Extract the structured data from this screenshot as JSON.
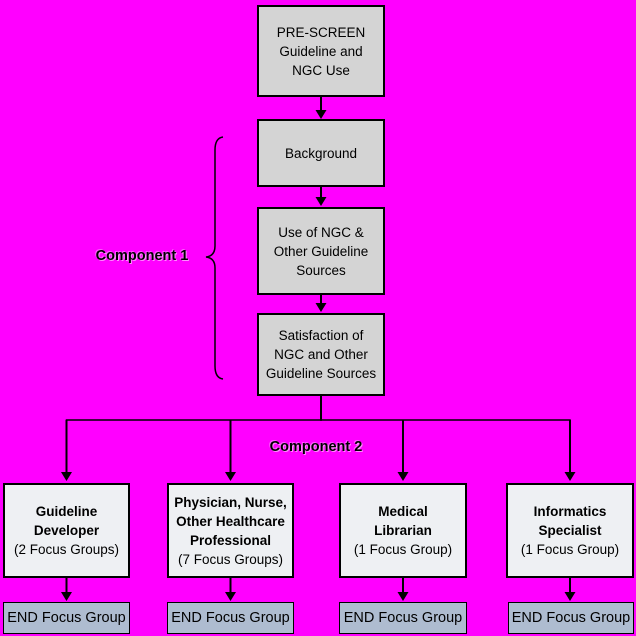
{
  "colors": {
    "background": "#ff00ff",
    "process_fill": "#d4d4d4",
    "role_fill": "#eef0f3",
    "end_fill": "#aebcd0",
    "line": "#000000"
  },
  "flow": {
    "component1_label": "Component 1",
    "component2_label": "Component 2",
    "process_boxes": [
      {
        "lines": [
          "PRE-SCREEN",
          "Guideline and",
          "NGC Use"
        ]
      },
      {
        "lines": [
          "Background"
        ]
      },
      {
        "lines": [
          "Use of NGC &",
          "Other Guideline",
          "Sources"
        ]
      },
      {
        "lines": [
          "Satisfaction of",
          "NGC and Other",
          "Guideline Sources"
        ]
      }
    ],
    "role_boxes": [
      {
        "title_lines": [
          "Guideline",
          "Developer"
        ],
        "subtitle": "(2 Focus Groups)"
      },
      {
        "title_lines": [
          "Physician, Nurse,",
          "Other Healthcare",
          "Professional"
        ],
        "subtitle": "(7 Focus Groups)"
      },
      {
        "title_lines": [
          "Medical",
          "Librarian"
        ],
        "subtitle": "(1 Focus Group)"
      },
      {
        "title_lines": [
          "Informatics",
          "Specialist"
        ],
        "subtitle": "(1 Focus Group)"
      }
    ],
    "end_boxes": [
      {
        "label": "END Focus Group"
      },
      {
        "label": "END Focus Group"
      },
      {
        "label": "END Focus Group"
      },
      {
        "label": "END Focus Group"
      }
    ]
  }
}
